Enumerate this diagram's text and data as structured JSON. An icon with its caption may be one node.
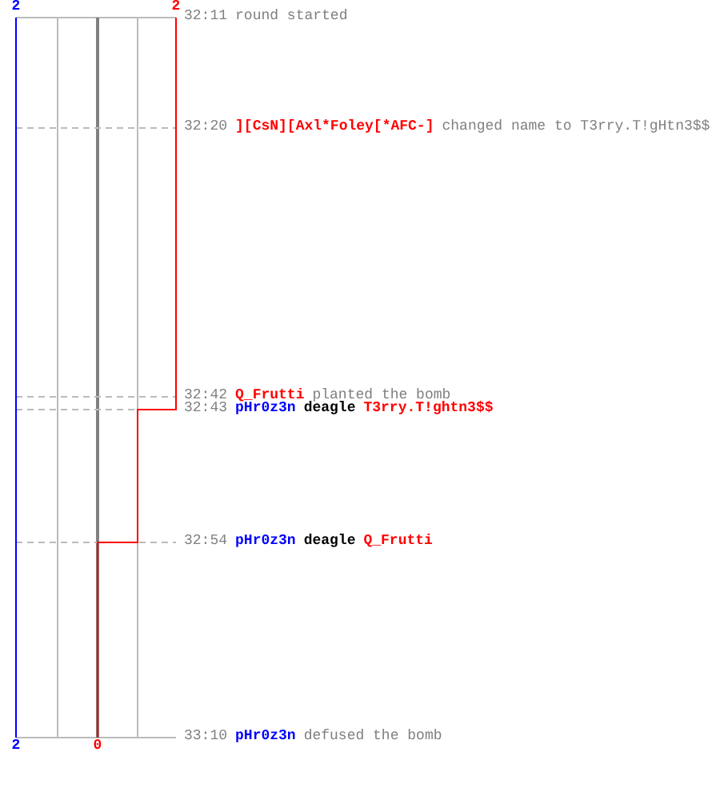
{
  "diagram": {
    "labels": [
      "2",
      "2",
      "32:11",
      "round started",
      "32:20",
      "][CsN][Axl*Foley[*AFC-]",
      "changed name to T3rry.T!gHtn3$$",
      "32:42",
      "Q_Frutti",
      "planted the bomb",
      "32:43",
      "pHr0z3n",
      "deagle",
      "T3rry.T!ghtn3$$",
      "32:54",
      "pHr0z3n",
      "deagle",
      "Q_Frutti",
      "33:10",
      "pHr0z3n",
      "defused the bomb",
      "2",
      "0"
    ]
  }
}
